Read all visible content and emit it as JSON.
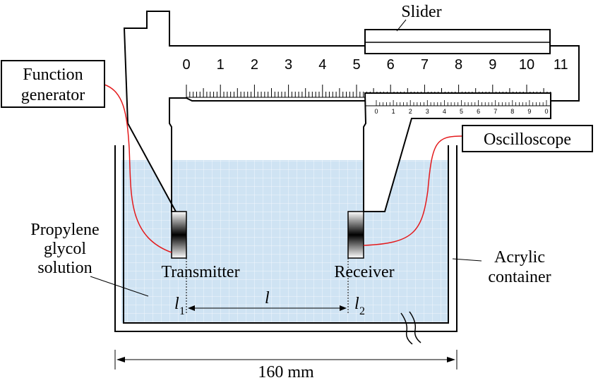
{
  "labels": {
    "slider": "Slider",
    "function_generator_line1": "Function",
    "function_generator_line2": "generator",
    "oscilloscope": "Oscilloscope",
    "propylene_line1": "Propylene",
    "propylene_line2": "glycol",
    "propylene_line3": "solution",
    "transmitter": "Transmitter",
    "receiver": "Receiver",
    "acrylic_line1": "Acrylic",
    "acrylic_line2": "container",
    "l1": "l",
    "l1_sub": "1",
    "l": "l",
    "l2": "l",
    "l2_sub": "2",
    "width": "160 mm"
  },
  "main_scale": [
    "0",
    "1",
    "2",
    "3",
    "4",
    "5",
    "6",
    "7",
    "8",
    "9",
    "10",
    "11"
  ],
  "vernier_scale": [
    "0",
    "1",
    "2",
    "3",
    "4",
    "5",
    "6",
    "7",
    "8",
    "9",
    "0"
  ],
  "colors": {
    "solution": "#cfe3f3",
    "grid": "#ffffff",
    "wire": "#e41a1c",
    "outline": "#000000"
  }
}
